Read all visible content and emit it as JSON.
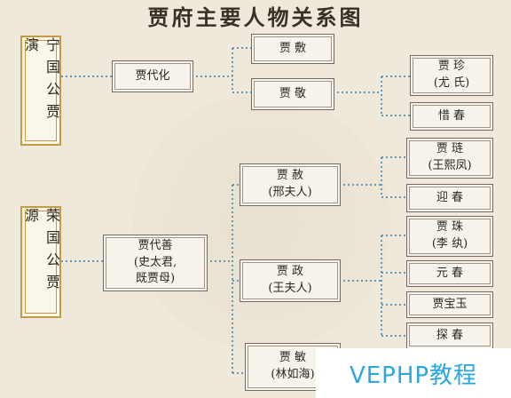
{
  "title": "贾府主要人物关系图",
  "founders": {
    "ning": "宁国公贾演",
    "rong": "荣国公贾源"
  },
  "nodes": {
    "jia_daihua": "贾代化",
    "jia_fu": "贾 敷",
    "jia_jing": "贾 敬",
    "jia_zhen": "贾 珍\n(尤 氏)",
    "xichun": "惜 春",
    "jia_daishan": "贾代善\n(史太君,\n既贾母)",
    "jia_she": "贾 赦\n(邢夫人)",
    "jia_lian": "贾 琏\n(王熙凤)",
    "yingchun": "迎 春",
    "jia_zheng": "贾 政\n(王夫人)",
    "jia_zhu": "贾 珠\n(李 纨)",
    "yuanchun": "元 春",
    "jia_baoyu": "贾宝玉",
    "tanchun": "探 春",
    "jia_min": "贾 敏\n(林如海)"
  },
  "logo": {
    "text": "VEPHP教程"
  },
  "colors": {
    "line": "#3a7fa8",
    "gold": "#c59a46",
    "background": "#efe9dc",
    "logo": "#2aa7e0"
  }
}
